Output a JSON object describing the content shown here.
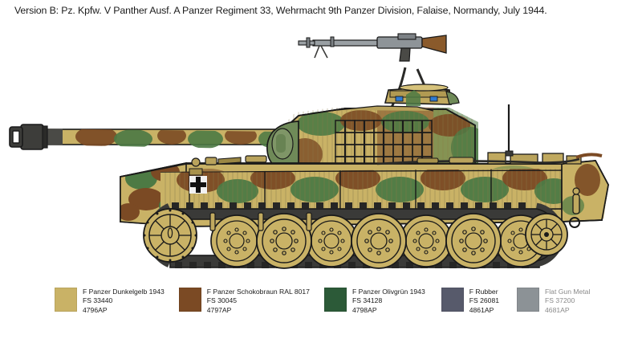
{
  "caption": "Version B: Pz. Kpfw. V Panther Ausf. A Panzer Regiment 33, Wehrmacht 9th Panzer Division, Falaise, Normandy, July 1944.",
  "subject": {
    "vehicle": "Pz. Kpfw. V Panther Ausf. A",
    "view": "left side profile",
    "markings": "Balkenkreuz on hull side",
    "camouflage": "Dunkelgelb base with Schokobraun and Olivgrun disruptive pattern"
  },
  "legend": {
    "entries": [
      {
        "name": "F Panzer Dunkelgelb 1943",
        "fs": "FS 33440",
        "code": "4796AP",
        "color": "#c9b266",
        "muted": false
      },
      {
        "name": "F Panzer Schokobraun RAL 8017",
        "fs": "FS 30045",
        "code": "4797AP",
        "color": "#7b4a24",
        "muted": false
      },
      {
        "name": "F Panzer Olivgrün 1943",
        "fs": "FS 34128",
        "code": "4798AP",
        "color": "#2c5a38",
        "muted": false
      },
      {
        "name": "F Rubber",
        "fs": "FS 26081",
        "code": "4861AP",
        "color": "#575a6b",
        "muted": false
      },
      {
        "name": "Flat Gun Metal",
        "fs": "FS 37200",
        "code": "4681AP",
        "color": "#8c9296",
        "muted": true
      }
    ]
  },
  "palette": {
    "dunkelgelb": "#c9b266",
    "dunkelgelb_light": "#d6c27b",
    "schokobraun": "#7b4a24",
    "olivgruen": "#4d7a44",
    "olivgruen_dark": "#2c5a38",
    "rubber": "#575a6b",
    "gun_metal": "#8c9296",
    "outline": "#1a1a1a",
    "track_dark": "#3a3a38",
    "background": "#ffffff"
  }
}
